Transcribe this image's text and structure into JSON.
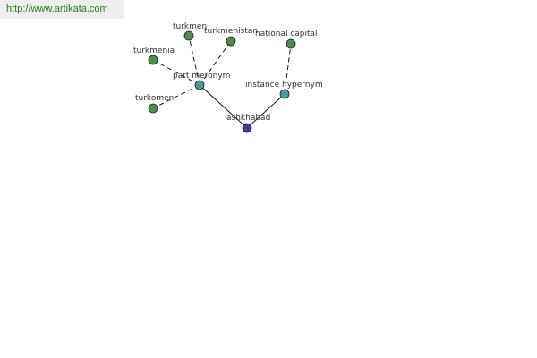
{
  "source": {
    "url_text": "http://www.artikata.com"
  },
  "graph": {
    "colors": {
      "root_fill": "#3a3a99",
      "relation_fill": "#4a9a9a",
      "leaf_fill": "#4a8f4a",
      "edge": "#111111",
      "link_text": "#2b7a1f"
    },
    "nodes": {
      "root": {
        "label": "ashkhabad",
        "kind": "root"
      },
      "part_meronym": {
        "label": "part meronym",
        "kind": "relation"
      },
      "instance_hypernym": {
        "label": "instance hypernym",
        "kind": "relation"
      },
      "turkmen": {
        "label": "turkmen",
        "kind": "leaf"
      },
      "turkmenistan": {
        "label": "turkmenistan",
        "kind": "leaf"
      },
      "turkmenia": {
        "label": "turkmenia",
        "kind": "leaf"
      },
      "turkomen": {
        "label": "turkomen",
        "kind": "leaf"
      },
      "national_capital": {
        "label": "national capital",
        "kind": "leaf"
      }
    },
    "edges": [
      {
        "from": "root",
        "to": "part_meronym",
        "style": "solid"
      },
      {
        "from": "root",
        "to": "instance_hypernym",
        "style": "solid"
      },
      {
        "from": "part_meronym",
        "to": "turkmen",
        "style": "dashed"
      },
      {
        "from": "part_meronym",
        "to": "turkmenistan",
        "style": "dashed"
      },
      {
        "from": "part_meronym",
        "to": "turkmenia",
        "style": "dashed"
      },
      {
        "from": "part_meronym",
        "to": "turkomen",
        "style": "dashed"
      },
      {
        "from": "instance_hypernym",
        "to": "national_capital",
        "style": "dashed"
      }
    ]
  }
}
